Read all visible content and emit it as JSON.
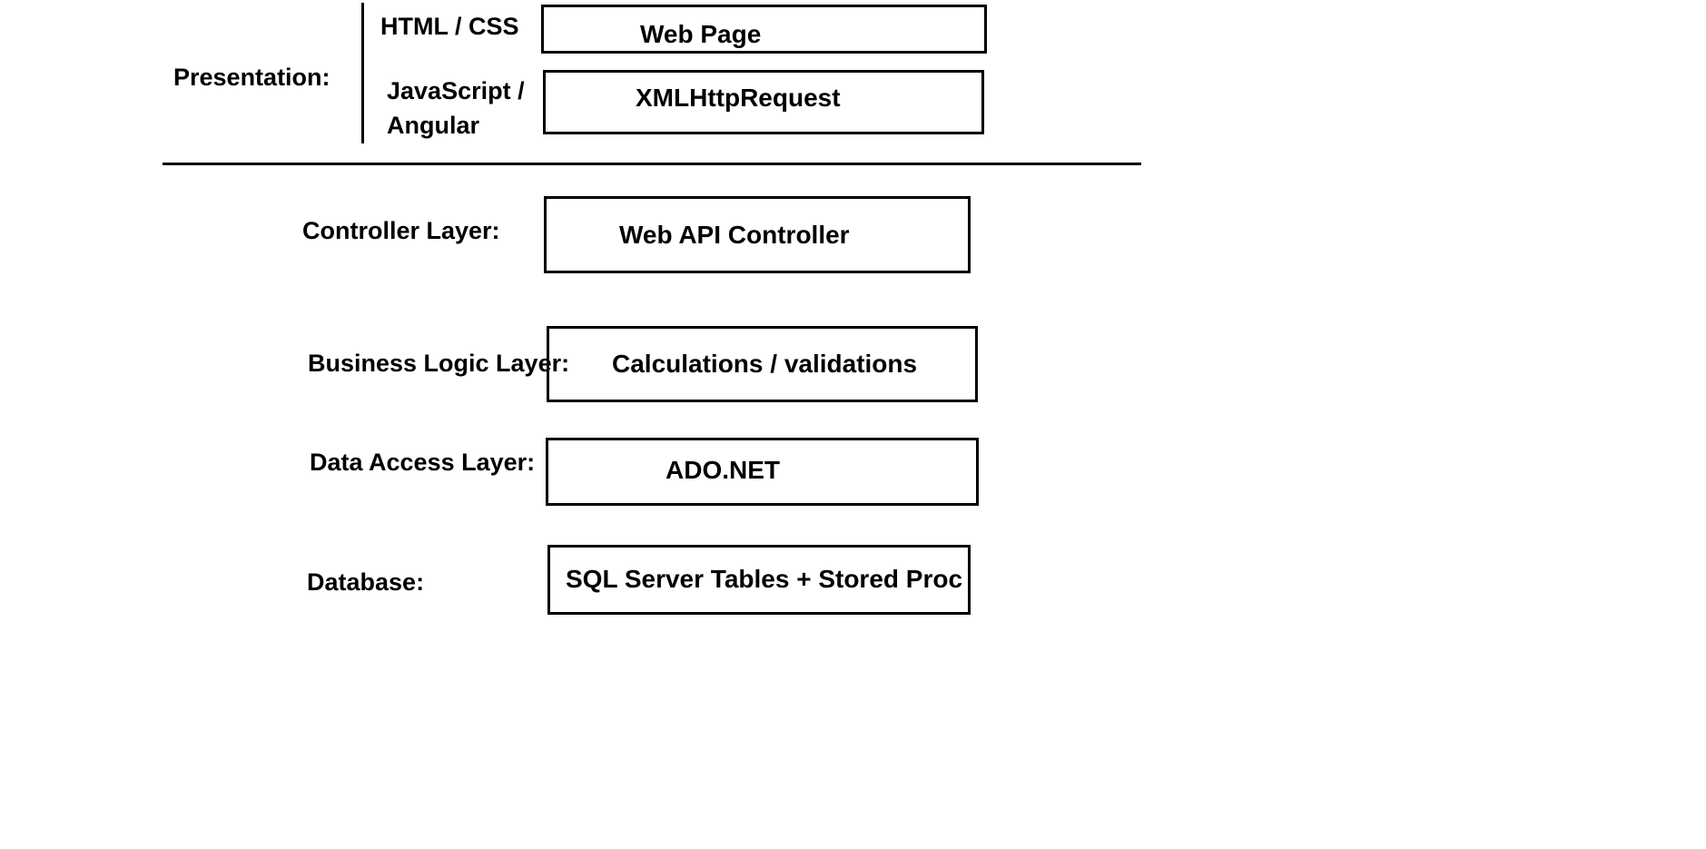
{
  "presentation": {
    "label": "Presentation:",
    "html_css_label": "HTML / CSS",
    "js_label_line1": "JavaScript /",
    "js_label_line2": "Angular",
    "web_page_box": "Web Page",
    "xhr_box": "XMLHttpRequest"
  },
  "controller": {
    "label": "Controller Layer:",
    "box": "Web API Controller"
  },
  "business_logic": {
    "label": "Business Logic Layer:",
    "box": "Calculations / validations"
  },
  "data_access": {
    "label": "Data Access Layer:",
    "box": "ADO.NET"
  },
  "database": {
    "label": "Database:",
    "box": "SQL Server Tables + Stored Proc"
  }
}
